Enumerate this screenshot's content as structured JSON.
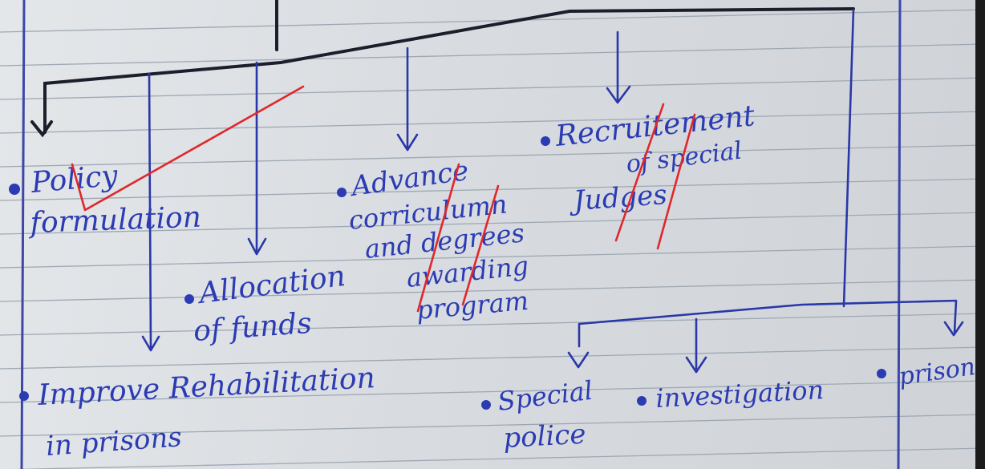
{
  "nodes": {
    "policy": [
      "Policy",
      "formulation"
    ],
    "improve": [
      "Improve Rehabilitation",
      "in prisons"
    ],
    "allocation": [
      "Allocation",
      "of funds"
    ],
    "advance": [
      "Advance",
      "corriculumn",
      "and degrees",
      "awarding",
      "program"
    ],
    "recruitment": [
      "Recruitement",
      "of special",
      "Judges"
    ],
    "special_police": [
      "Special",
      "police"
    ],
    "investigation": [
      "investigation"
    ],
    "prison": [
      "prison"
    ]
  },
  "colors": {
    "ink_blue": "#2b3bb3",
    "ink_black": "#1d1d2b",
    "red_mark": "#e0272b",
    "paper": "#dde1e5"
  },
  "icons": {
    "node_bullet": "filled-dot",
    "branch_arrow": "arrow-down"
  }
}
